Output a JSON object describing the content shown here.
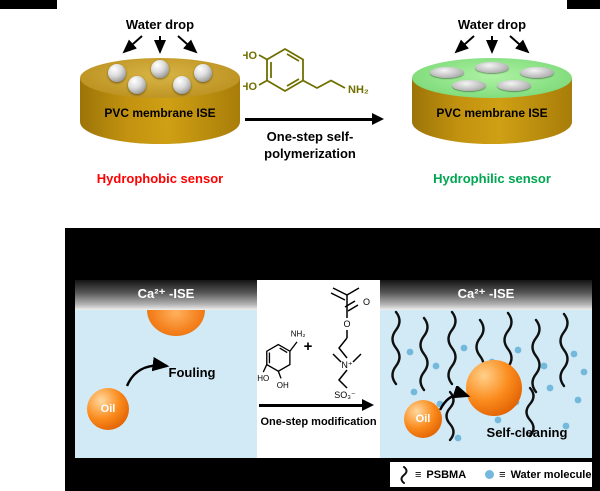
{
  "figure": {
    "top_panel": {
      "left": {
        "water_drop_label": "Water drop",
        "membrane_label": "PVC membrane ISE",
        "sensor_label": "Hydrophobic sensor"
      },
      "middle": {
        "molecule": {
          "ho_top": "HO",
          "ho_bottom": "HO",
          "amine": "NH₂"
        },
        "reaction_line1": "One-step self-",
        "reaction_line2": "polymerization"
      },
      "right": {
        "water_drop_label": "Water drop",
        "membrane_label": "PVC membrane ISE",
        "sensor_label": "Hydrophilic sensor"
      }
    },
    "bottom_panel": {
      "left": {
        "ise_label": "Ca²⁺ -ISE",
        "fouling_label": "Fouling",
        "oil_label": "Oil"
      },
      "middle": {
        "dopamine": {
          "amine": "NH₂",
          "ho": "HO",
          "oh": "OH"
        },
        "plus": "+",
        "sbma": {
          "o_carbonyl": "O",
          "o_ester": "O",
          "n_plus": "N⁺",
          "so3": "SO₃⁻"
        },
        "reaction_label": "One-step modification"
      },
      "right": {
        "ise_label": "Ca²⁺ -ISE",
        "oil_label": "Oil",
        "self_cleaning_label": "Self-cleaning"
      },
      "legend": {
        "equiv1": "≡",
        "psbma_label": "PSBMA",
        "equiv2": "≡",
        "water_label": "Water molecule"
      }
    },
    "colors": {
      "hydrophobic_red": "#ff0000",
      "hydrophilic_green": "#00a651",
      "membrane_gold": "#b8860b",
      "hydrophilic_surface_green": "#8ee08e",
      "scene_blue": "#d2eaf6",
      "oil_orange": "#f57c00",
      "water_dot_blue": "#74b9dc"
    },
    "icons": {
      "polymer_chain": "polymer-squiggle-icon",
      "water_molecule": "water-dot-icon"
    }
  }
}
